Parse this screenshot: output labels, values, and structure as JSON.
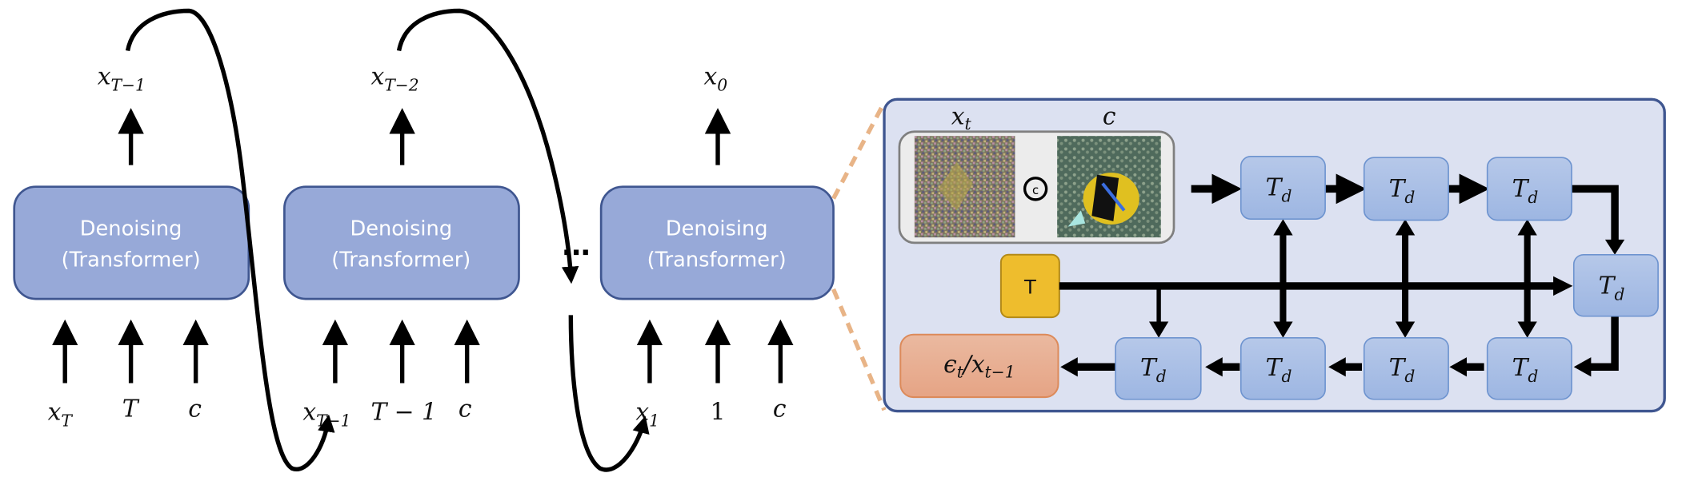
{
  "pipeline": {
    "blocks": [
      {
        "label_line1": "Denoising",
        "label_line2": "(Transformer)",
        "output": {
          "base": "x",
          "sub": "T−1"
        },
        "inputs": [
          {
            "base": "x",
            "sub": "T"
          },
          {
            "base": "T",
            "sub": ""
          },
          {
            "base": "c",
            "sub": ""
          }
        ]
      },
      {
        "label_line1": "Denoising",
        "label_line2": "(Transformer)",
        "output": {
          "base": "x",
          "sub": "T−2"
        },
        "inputs": [
          {
            "base": "x",
            "sub": "T−1"
          },
          {
            "base": "T − 1",
            "sub": ""
          },
          {
            "base": "c",
            "sub": ""
          }
        ]
      },
      {
        "label_line1": "Denoising",
        "label_line2": "(Transformer)",
        "output": {
          "base": "x",
          "sub": "0"
        },
        "inputs": [
          {
            "base": "x",
            "sub": "1"
          },
          {
            "base": "1",
            "sub": ""
          },
          {
            "base": "c",
            "sub": ""
          }
        ]
      }
    ],
    "ellipsis": "⋯"
  },
  "detail": {
    "image_labels": {
      "noisy": {
        "base": "x",
        "sub": "t"
      },
      "condition": "c"
    },
    "concat_symbol": "c",
    "timestep_label": "T",
    "block_label": {
      "base": "T",
      "sub": "d"
    },
    "output_label": {
      "base": "ϵ",
      "sub1": "t",
      "slash": "/",
      "base2": "x",
      "sub2": "t−1"
    },
    "colors": {
      "denoise": "#97a9d8",
      "panel": "#dce1f1",
      "td": "#a9bfe6",
      "timestep": "#eebd2d",
      "output": "#e9ab8c",
      "dash": "#e8b487"
    }
  }
}
